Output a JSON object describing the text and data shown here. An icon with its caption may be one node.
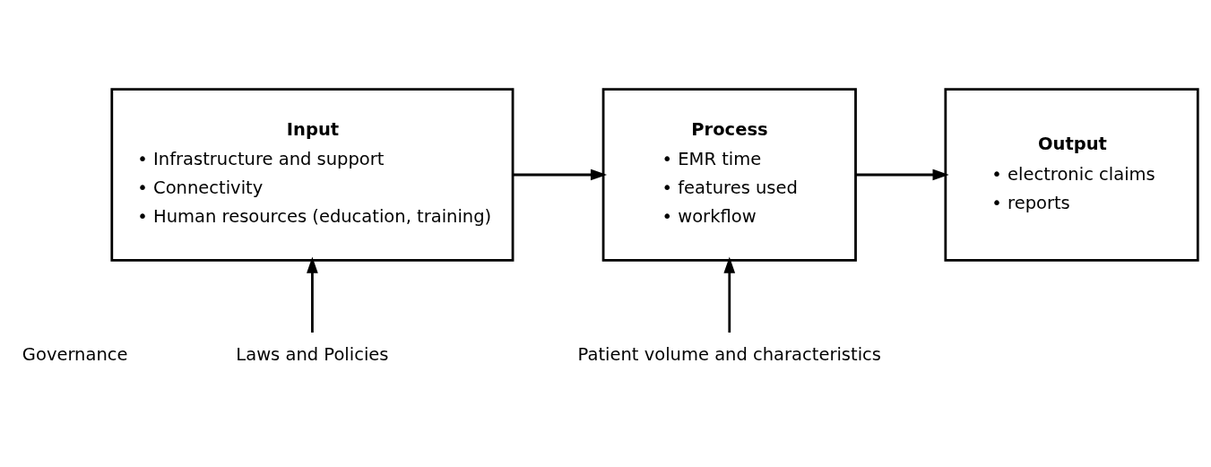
{
  "diagram": {
    "nodes": [
      {
        "text": [
          "Input",
          "• Infrastructure and support",
          "• Connectivity",
          "• Human resources (education, training)"
        ]
      },
      {
        "text": [
          "Process",
          "• EMR time",
          "• features used",
          "• workflow"
        ]
      },
      {
        "text": [
          "Output",
          "• electronic claims",
          "• reports"
        ]
      },
      {
        "text": [
          "Laws and Policies"
        ]
      },
      {
        "text": [
          "Patient volume and characteristics"
        ]
      }
    ],
    "edges": [
      {
        "from": 0,
        "to": 1,
        "arrow": "to"
      },
      {
        "from": 1,
        "to": 2,
        "arrow": "to"
      },
      {
        "from": 3,
        "to": 0,
        "arrow": "to"
      },
      {
        "from": 4,
        "to": 1,
        "arrow": "to"
      }
    ],
    "labels": [
      "Governance"
    ]
  }
}
